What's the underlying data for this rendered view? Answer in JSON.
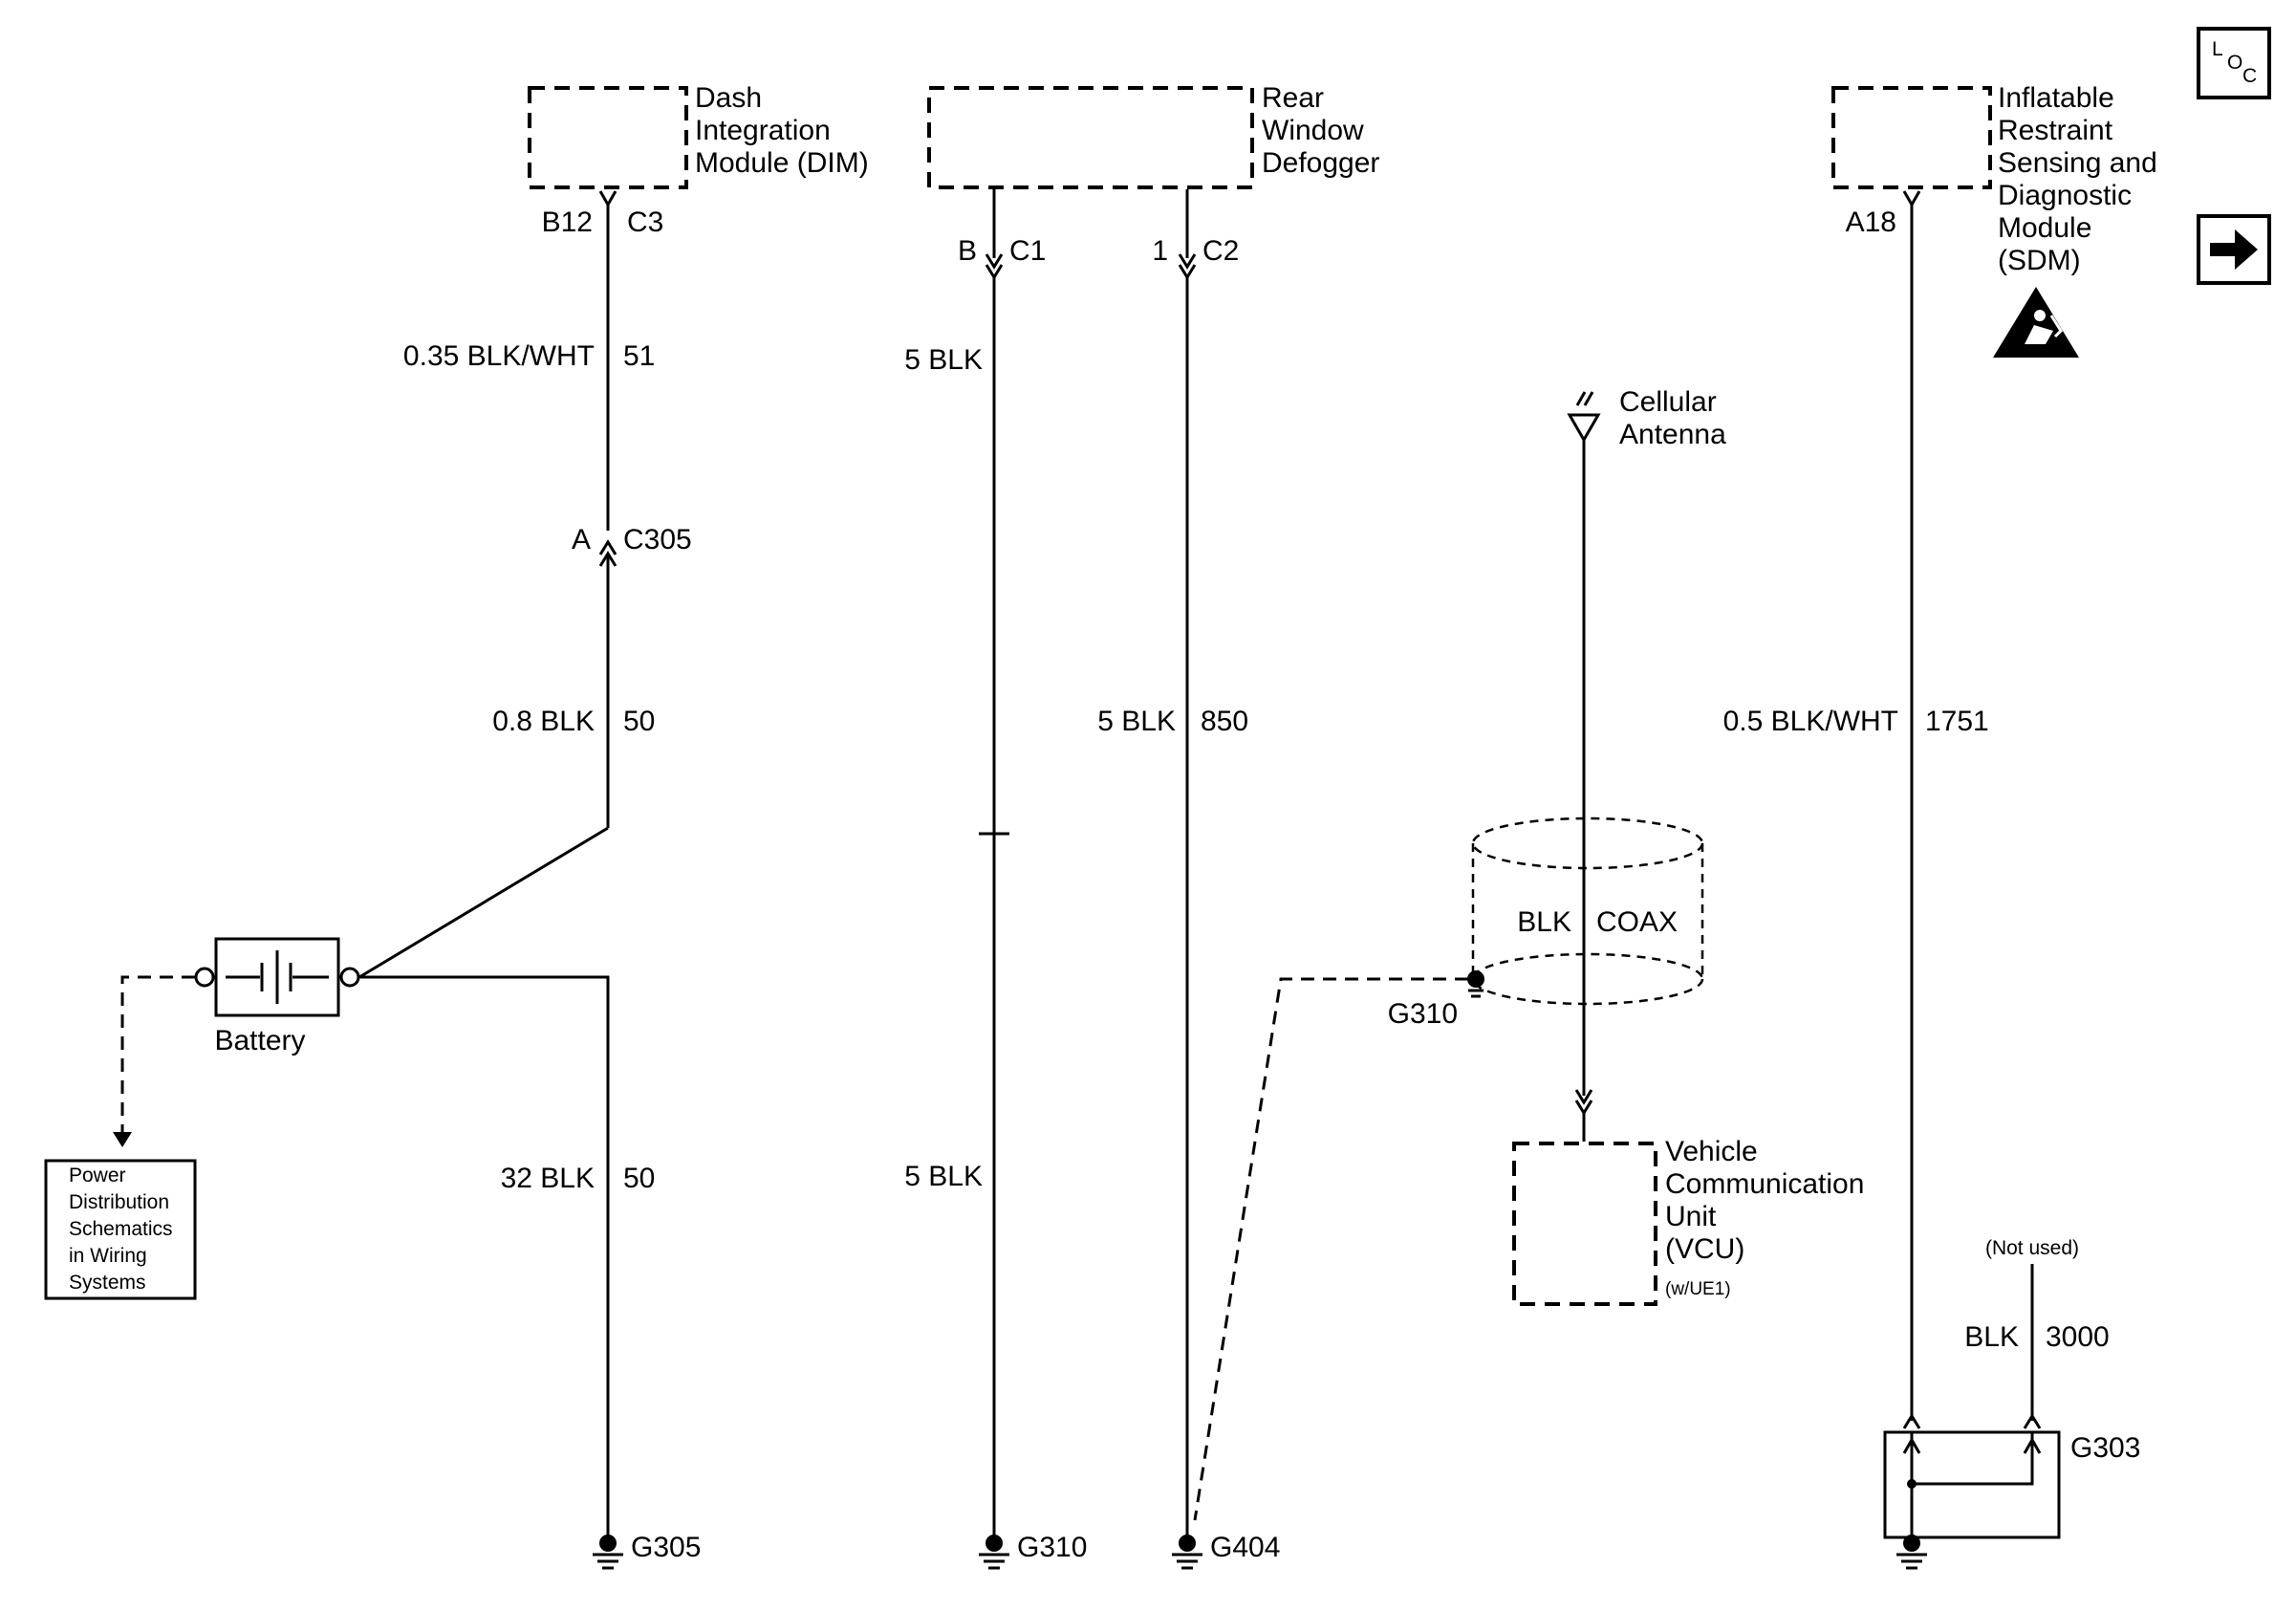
{
  "modules": {
    "dim": {
      "lines": [
        "Dash",
        "Integration",
        "Module (DIM)"
      ],
      "pin": "B12",
      "connector": "C3"
    },
    "defogger": {
      "lines": [
        "Rear",
        "Window",
        "Defogger"
      ],
      "pin_left": "B",
      "conn_left": "C1",
      "pin_right": "1",
      "conn_right": "C2"
    },
    "sdm": {
      "lines": [
        "Inflatable",
        "Restraint",
        "Sensing and",
        "Diagnostic",
        "Module",
        "(SDM)"
      ],
      "pin": "A18"
    },
    "vcu": {
      "lines": [
        "Vehicle",
        "Communication",
        "Unit",
        "(VCU)"
      ],
      "note": "(w/UE1)"
    }
  },
  "wires": {
    "dim_upper": {
      "spec": "0.35 BLK/WHT",
      "circuit": "51"
    },
    "dim_lower": {
      "spec": "0.8 BLK",
      "circuit": "50"
    },
    "battery_ground": {
      "spec": "32 BLK",
      "circuit": "50"
    },
    "c1_upper": {
      "spec": "5 BLK"
    },
    "c1_lower": {
      "spec": "5 BLK"
    },
    "c2": {
      "spec": "5 BLK",
      "circuit": "850"
    },
    "sdm": {
      "spec": "0.5 BLK/WHT",
      "circuit": "1751"
    },
    "not_used": {
      "spec": "BLK",
      "circuit": "3000",
      "note": "(Not used)"
    }
  },
  "inline_connector": {
    "pin": "A",
    "name": "C305"
  },
  "battery": {
    "label": "Battery"
  },
  "power_dist": {
    "lines": [
      "Power",
      "Distribution",
      "Schematics",
      "in Wiring",
      "Systems"
    ]
  },
  "antenna": {
    "lines": [
      "Cellular",
      "Antenna"
    ]
  },
  "coax": {
    "color": "BLK",
    "type": "COAX",
    "shield_ground": "G310"
  },
  "grounds": {
    "g305": "G305",
    "g310": "G310",
    "g404": "G404",
    "g303": "G303"
  },
  "nav": {
    "loc_l": "L",
    "loc_o": "O",
    "loc_c": "C",
    "next_icon": "arrow-right-icon"
  },
  "colors": {
    "line": "#000000",
    "background": "#ffffff"
  }
}
